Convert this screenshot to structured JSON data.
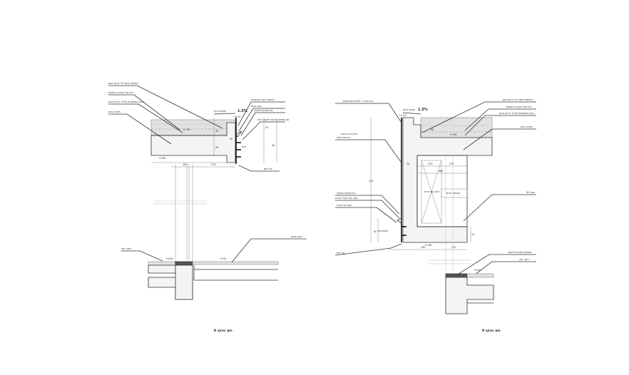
{
  "detail_left": {
    "title": "חתך מעקה 8",
    "labels_left": [
      "השלמת חיפוי ע\"י גרעין בטון",
      "הידראול אגרגט בשיפוע",
      "בטון בשיפועים 1.5% לכיוון ניקוז",
      "תקרת בטון"
    ],
    "labels_right": [
      "איטום יריעה ביטומנית",
      "הגנה בפח",
      "פח מגולוון מכופף",
      "פח מגולוון כהגנה לקצה הקיר"
    ],
    "label_drip": "קצה פח נוטף",
    "label_bottom": "אף מים",
    "label_frame": "חלון",
    "label_floor_left": "ריצוף חוץ",
    "label_floor_right": "ריצוף פנים",
    "slope_label": "שיפוע ניקוז",
    "slope": "1.5%",
    "dims": [
      "20",
      "50",
      "25",
      "50",
      "150",
      "270",
      "30"
    ],
    "levels": [
      "+3.10",
      "+2.90",
      "+2.60",
      "+0.00",
      "-0.03"
    ]
  },
  "detail_right": {
    "title": "חתך מעקה 9",
    "labels_right": [
      "השלמת חיפוי ע\"י גרעין בטון",
      "הידראול אגרגט בשיפוע",
      "בטון בשיפועים 1.5% לכיוון ניקוז",
      "תקרת בטון",
      "בטון 30",
      "ספסלים מבטון לריצוף",
      "ריצוף חוץ"
    ],
    "labels_left": [
      "פח חפוי + אלומיניום מכופף",
      "מערכת הרכבה",
      "פרופיל חיפוי",
      "פח מגולוון מכופף",
      "קצה פח נוטף לבנייה",
      "קצה פח נוטף",
      "אף מים"
    ],
    "label_frame": "אלומיניום",
    "label_sash": "חלון עם תריס",
    "label_vent": "קופסת תריס",
    "slope_label": "שיפוע ניקוז",
    "slope": "1.5%",
    "dims": [
      "25",
      "270",
      "270",
      "460",
      "175",
      "50",
      "25",
      "150",
      "270",
      "30"
    ],
    "levels": [
      "+3.10",
      "+2.90",
      "+2.60",
      "+0.00"
    ]
  }
}
